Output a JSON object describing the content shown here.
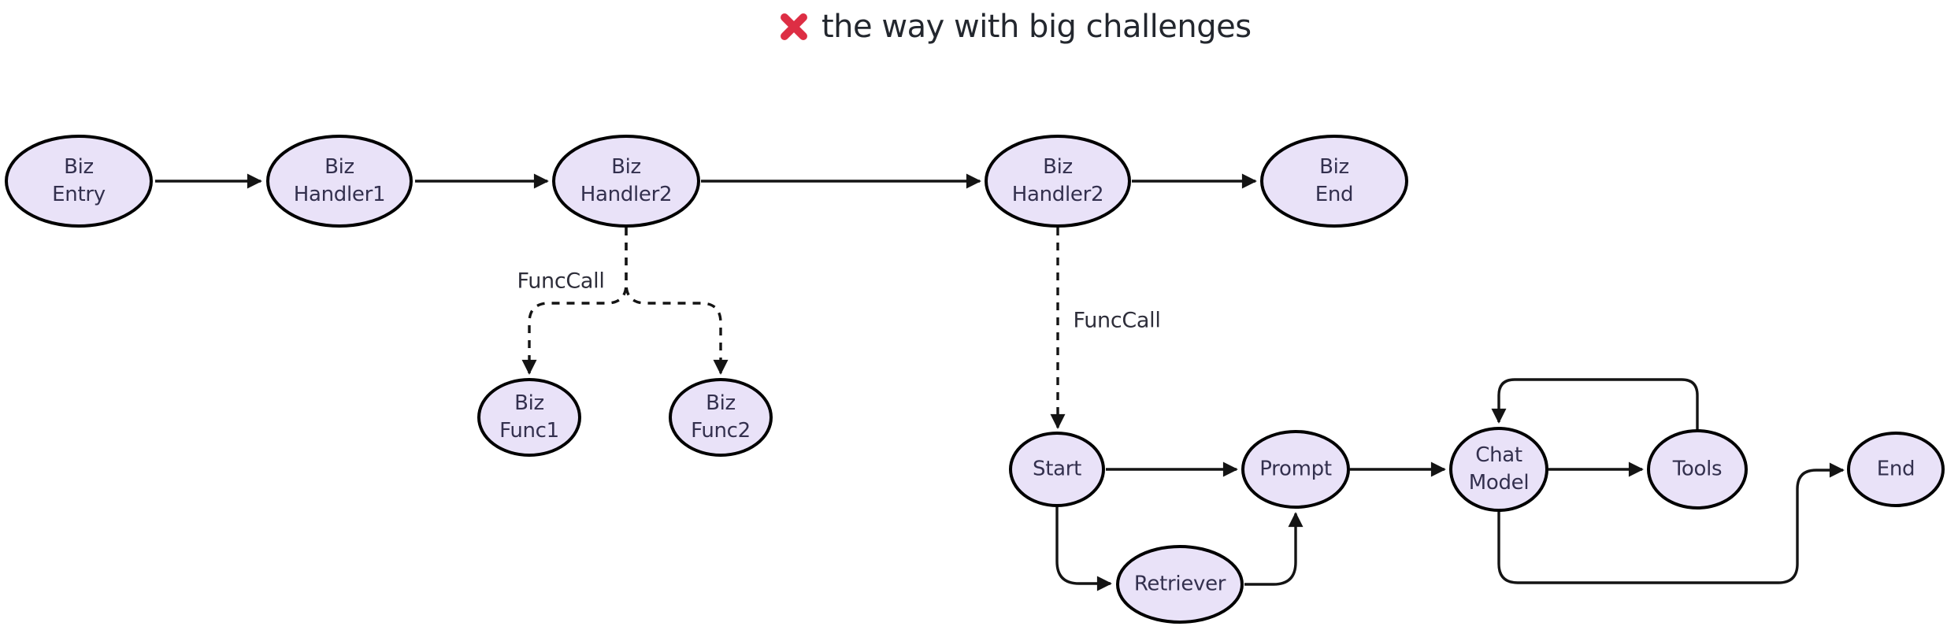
{
  "title": {
    "icon": "cross-mark",
    "text": "the way with big challenges"
  },
  "colors": {
    "background": "#FFFFFF",
    "node_fill": "#E9E2F8",
    "node_stroke": "#000000",
    "edge_stroke": "#141414",
    "node_text": "#33304E",
    "title_text": "#23272E",
    "cross_mark_red": "#DD2E44"
  },
  "nodes": {
    "biz_entry": {
      "label": "Biz\nEntry"
    },
    "biz_handler1": {
      "label": "Biz\nHandler1"
    },
    "biz_handler2a": {
      "label": "Biz\nHandler2"
    },
    "biz_handler2b": {
      "label": "Biz\nHandler2"
    },
    "biz_end": {
      "label": "Biz\nEnd"
    },
    "biz_func1": {
      "label": "Biz\nFunc1"
    },
    "biz_func2": {
      "label": "Biz\nFunc2"
    },
    "start": {
      "label": "Start"
    },
    "prompt": {
      "label": "Prompt"
    },
    "retriever": {
      "label": "Retriever"
    },
    "chat_model": {
      "label": "Chat\nModel"
    },
    "tools": {
      "label": "Tools"
    },
    "end": {
      "label": "End"
    }
  },
  "edge_labels": {
    "funccall_left": "FuncCall",
    "funccall_right": "FuncCall"
  },
  "edges": [
    {
      "from": "biz_entry",
      "to": "biz_handler1",
      "style": "solid",
      "label": ""
    },
    {
      "from": "biz_handler1",
      "to": "biz_handler2a",
      "style": "solid",
      "label": ""
    },
    {
      "from": "biz_handler2a",
      "to": "biz_handler2b",
      "style": "solid",
      "label": ""
    },
    {
      "from": "biz_handler2b",
      "to": "biz_end",
      "style": "solid",
      "label": ""
    },
    {
      "from": "biz_handler2a",
      "to": "biz_func1",
      "style": "dashed",
      "label": "FuncCall"
    },
    {
      "from": "biz_handler2a",
      "to": "biz_func2",
      "style": "dashed",
      "label": "FuncCall"
    },
    {
      "from": "biz_handler2b",
      "to": "start",
      "style": "dashed",
      "label": "FuncCall"
    },
    {
      "from": "start",
      "to": "prompt",
      "style": "solid",
      "label": ""
    },
    {
      "from": "start",
      "to": "retriever",
      "style": "solid",
      "label": ""
    },
    {
      "from": "retriever",
      "to": "prompt",
      "style": "solid",
      "label": ""
    },
    {
      "from": "prompt",
      "to": "chat_model",
      "style": "solid",
      "label": ""
    },
    {
      "from": "chat_model",
      "to": "tools",
      "style": "solid",
      "label": ""
    },
    {
      "from": "tools",
      "to": "chat_model",
      "style": "solid",
      "label": ""
    },
    {
      "from": "chat_model",
      "to": "end",
      "style": "solid",
      "label": ""
    }
  ]
}
